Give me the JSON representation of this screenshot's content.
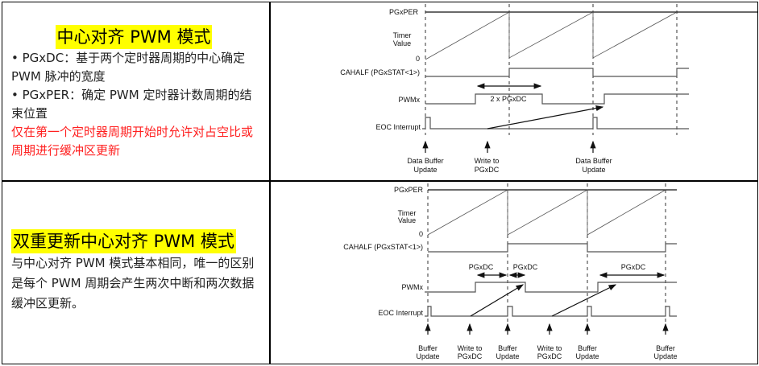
{
  "row1": {
    "title": "中心对齐 PWM 模式",
    "bullet1": "• PGxDC：基于两个定时器周期的中心确定 PWM 脉冲的宽度",
    "bullet2": "• PGxPER：确定 PWM 定时器计数周期的结束位置",
    "note": "仅在第一个定时器周期开始时允许对占空比或周期进行缓冲区更新",
    "note_color": "#ff2020",
    "diagram": {
      "pgxper": "PGxPER",
      "timer1": "Timer",
      "timer2": "Value",
      "zero": "0",
      "cahalf": "CAHALF (PGxSTAT<1>)",
      "pwm": "PWMx",
      "eoc": "EOC Interrupt",
      "width": "2 x PGxDC",
      "ev1a": "Data Buffer",
      "ev1b": "Update",
      "ev2a": "Write to",
      "ev2b": "PGxDC",
      "ev3a": "Data Buffer",
      "ev3b": "Update"
    }
  },
  "row2": {
    "title": "双重更新中心对齐 PWM 模式",
    "body": "与中心对齐 PWM 模式基本相同，唯一的区别是每个 PWM 周期会产生两次中断和两次数据缓冲区更新。",
    "diagram": {
      "pgxper": "PGxPER",
      "timer1": "Timer",
      "timer2": "Value",
      "zero": "0",
      "cahalf": "CAHALF (PGxSTAT<1>)",
      "pwm": "PWMx",
      "eoc": "EOC Interrupt",
      "dc": "PGxDC",
      "buf1": "Buffer",
      "buf2": "Update",
      "wr1": "Write to",
      "wr2": "PGxDC"
    }
  },
  "highlight_color": "#ffff00"
}
